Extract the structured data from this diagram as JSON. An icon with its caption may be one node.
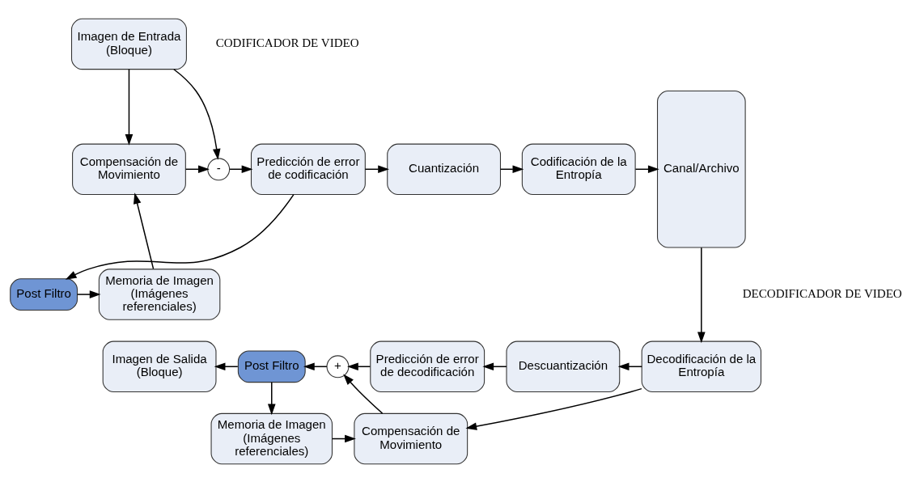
{
  "diagram": {
    "nodes": [
      {
        "text": [
          "Imagen de Entrada (Bloque)"
        ]
      },
      {
        "text": [
          "Compensación de Movimiento"
        ]
      },
      {
        "text": [
          "-"
        ]
      },
      {
        "text": [
          "Predicción de error de codificación"
        ]
      },
      {
        "text": [
          "Cuantización"
        ]
      },
      {
        "text": [
          "Codificación de la Entropía"
        ]
      },
      {
        "text": [
          "Memoria de Imagen (Imágenes referenciales)"
        ]
      },
      {
        "text": [
          "Post Filtro"
        ]
      },
      {
        "text": [
          "Canal/Archivo"
        ]
      },
      {
        "text": [
          "Imagen de Salida (Bloque)"
        ]
      },
      {
        "text": [
          "Post Filtro"
        ]
      },
      {
        "text": [
          "+"
        ]
      },
      {
        "text": [
          "Predicción de error de decodificación"
        ]
      },
      {
        "text": [
          "Descuantización"
        ]
      },
      {
        "text": [
          "Decodificación de la Entropía"
        ]
      },
      {
        "text": [
          "Memoria de Imagen (Imágenes referenciales)"
        ]
      },
      {
        "text": [
          "Compensación de Movimiento"
        ]
      }
    ],
    "edges": [
      {
        "from": 0,
        "to": 1,
        "arrow": "to"
      },
      {
        "from": 0,
        "to": 2,
        "arrow": "to"
      },
      {
        "from": 1,
        "to": 2,
        "arrow": "to"
      },
      {
        "from": 2,
        "to": 3,
        "arrow": "to"
      },
      {
        "from": 3,
        "to": 4,
        "arrow": "to"
      },
      {
        "from": 4,
        "to": 5,
        "arrow": "to"
      },
      {
        "from": 5,
        "to": 8,
        "arrow": "to"
      },
      {
        "from": 3,
        "to": 7,
        "arrow": "to"
      },
      {
        "from": 7,
        "to": 6,
        "arrow": "to"
      },
      {
        "from": 6,
        "to": 1,
        "arrow": "to"
      },
      {
        "from": 8,
        "to": 14,
        "arrow": "to"
      },
      {
        "from": 14,
        "to": 13,
        "arrow": "to"
      },
      {
        "from": 13,
        "to": 12,
        "arrow": "to"
      },
      {
        "from": 12,
        "to": 11,
        "arrow": "to"
      },
      {
        "from": 11,
        "to": 10,
        "arrow": "to"
      },
      {
        "from": 10,
        "to": 9,
        "arrow": "to"
      },
      {
        "from": 10,
        "to": 15,
        "arrow": "to"
      },
      {
        "from": 15,
        "to": 16,
        "arrow": "to"
      },
      {
        "from": 14,
        "to": 16,
        "arrow": "to"
      },
      {
        "from": 16,
        "to": 11,
        "arrow": "to"
      }
    ],
    "labels": [
      "CODIFICADOR DE VIDEO",
      "DECODIFICADOR DE VIDEO"
    ]
  }
}
